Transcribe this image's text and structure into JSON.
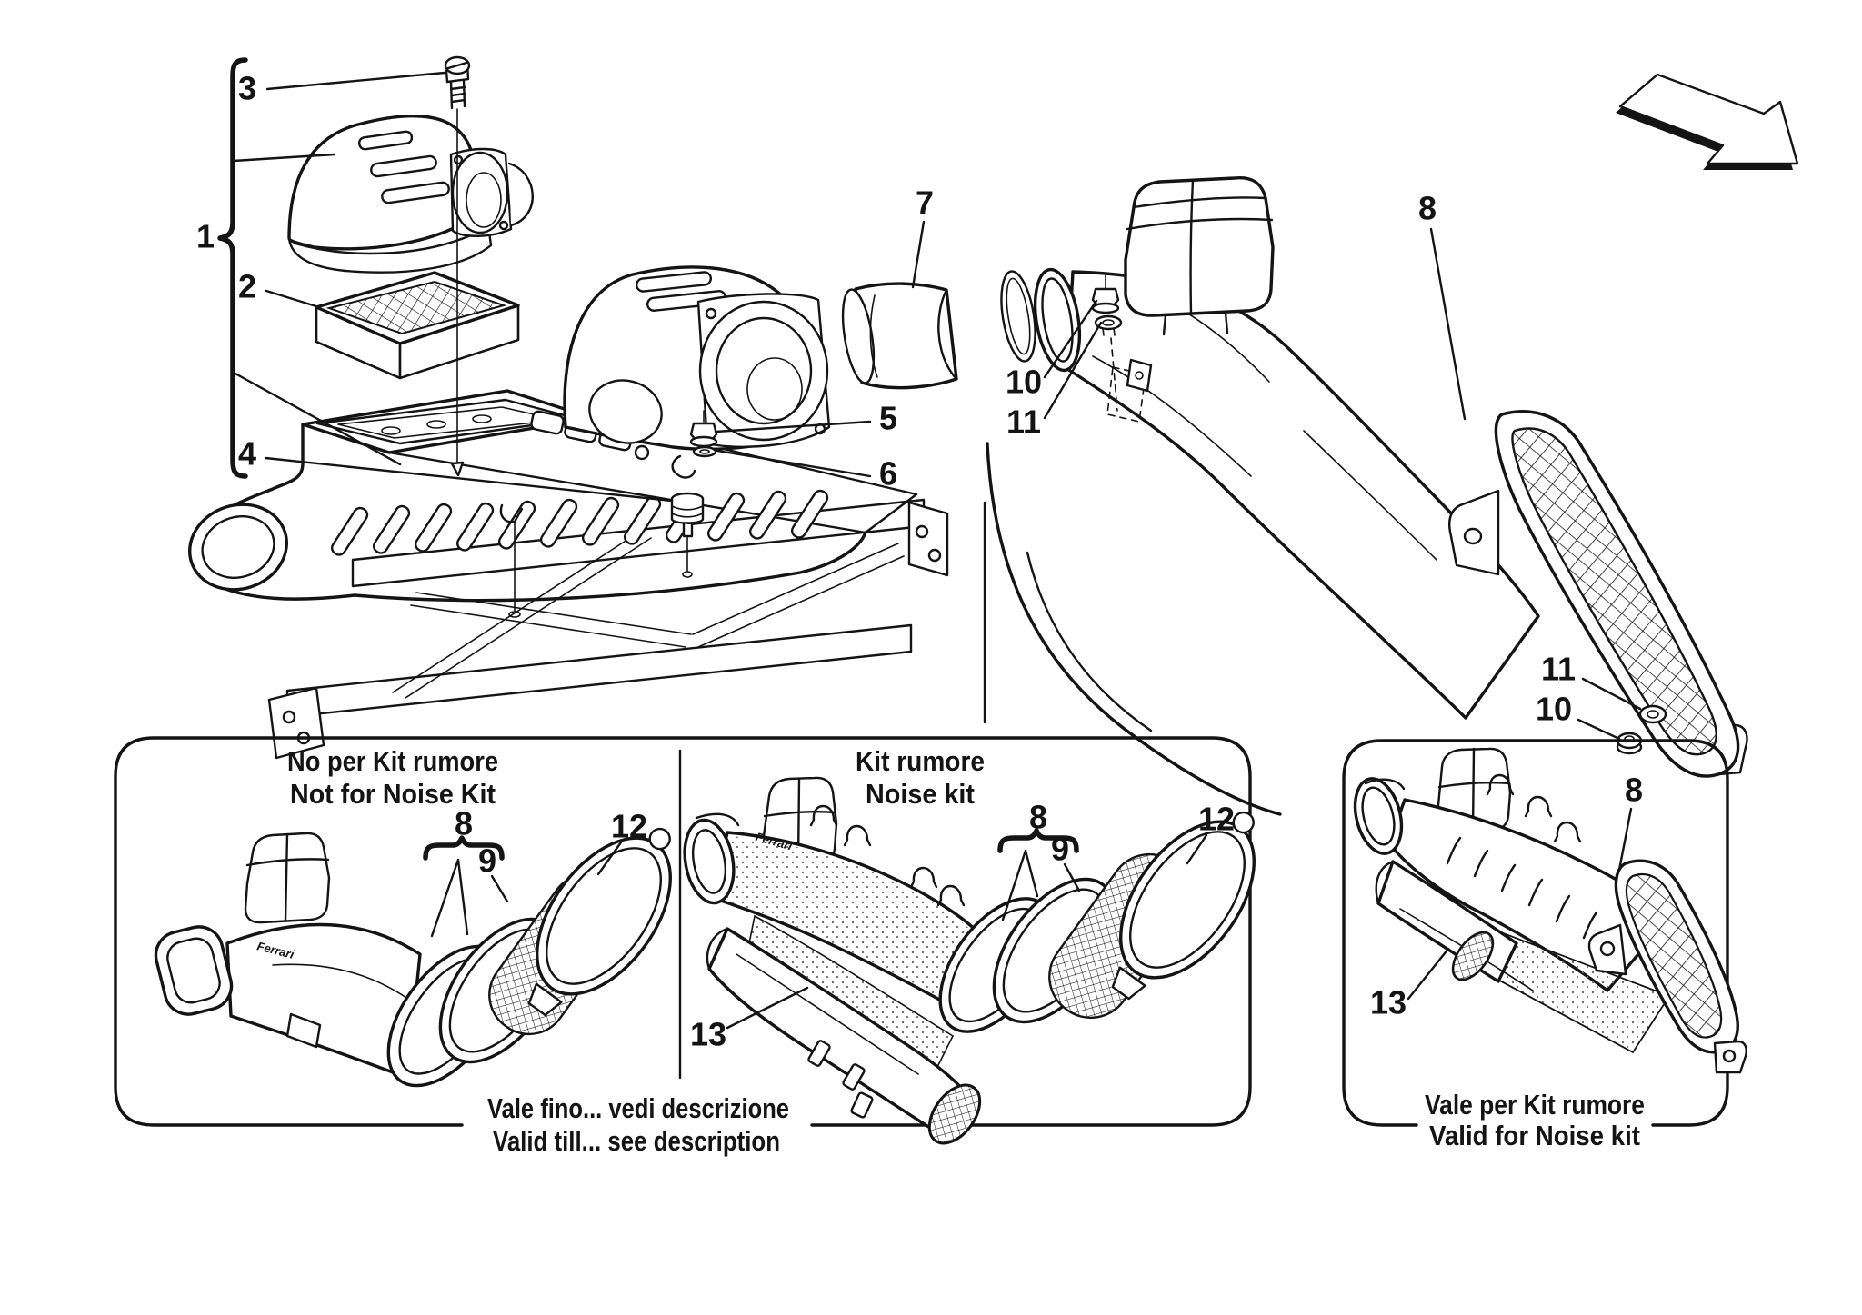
{
  "page": {
    "background": "#ffffff",
    "line_color": "#141414"
  },
  "callouts": {
    "n1": "1",
    "n2": "2",
    "n3": "3",
    "n4": "4",
    "n5": "5",
    "n6": "6",
    "n7": "7",
    "n8": "8",
    "n9": "9",
    "n10": "10",
    "n11": "11",
    "n12": "12",
    "n13": "13"
  },
  "panels": {
    "not_for_noise_kit": {
      "title_it": "No per Kit rumore",
      "title_en": "Not for Noise Kit",
      "footnote_it": "Vale fino... vedi descrizione",
      "footnote_en": "Valid till... see description"
    },
    "noise_kit": {
      "title_it": "Kit rumore",
      "title_en": "Noise kit"
    },
    "valid_for_noise_kit": {
      "title_it": "Vale per Kit rumore",
      "title_en": "Valid for Noise kit"
    }
  },
  "duct_logo": "Ferrari"
}
